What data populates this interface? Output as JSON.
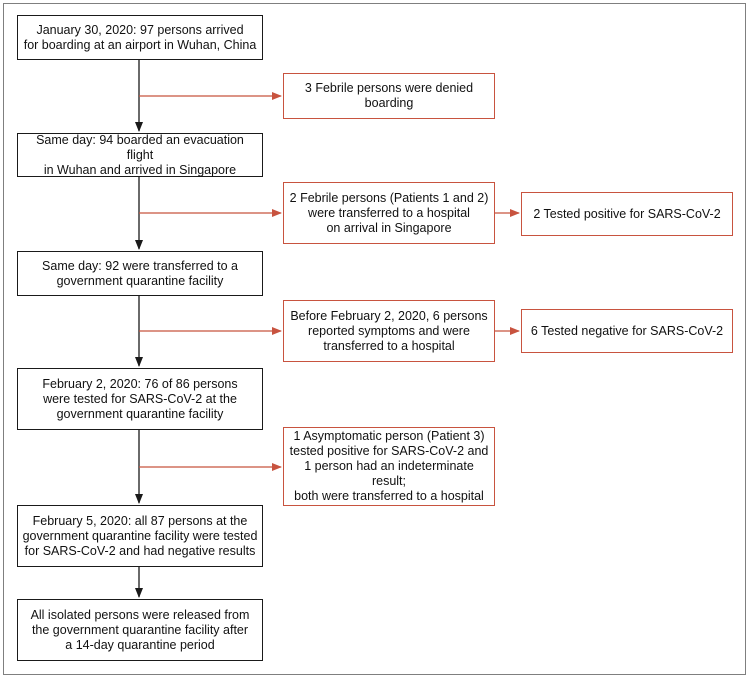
{
  "flow": {
    "main_steps": [
      "January 30, 2020: 97 persons arrived\nfor boarding at an airport in Wuhan, China",
      "Same day: 94 boarded an evacuation flight\nin Wuhan and arrived in Singapore",
      "Same day: 92 were transferred to a\ngovernment quarantine facility",
      "February 2, 2020: 76 of 86 persons\nwere tested for SARS-CoV-2 at the\ngovernment quarantine facility",
      "February 5, 2020: all 87 persons at the\ngovernment quarantine facility were tested\nfor SARS-CoV-2 and had negative results",
      "All isolated persons were released from\nthe government quarantine facility after\na 14-day quarantine period"
    ],
    "side_events": [
      "3 Febrile persons were denied\nboarding",
      "2 Febrile persons (Patients 1 and 2)\nwere transferred to a hospital\non arrival in Singapore",
      "Before February 2, 2020, 6 persons\nreported symptoms and were\ntransferred to a hospital",
      "1 Asymptomatic person (Patient 3)\ntested positive for SARS-CoV-2 and\n1 person had an indeterminate result;\nboth were transferred to a hospital"
    ],
    "outcomes": [
      "2 Tested positive for SARS-CoV-2",
      "6 Tested negative for SARS-CoV-2"
    ]
  },
  "colors": {
    "main_border": "#1a1a1a",
    "side_border": "#c8533f",
    "side_arrow": "#c8533f",
    "main_arrow": "#1a1a1a"
  }
}
